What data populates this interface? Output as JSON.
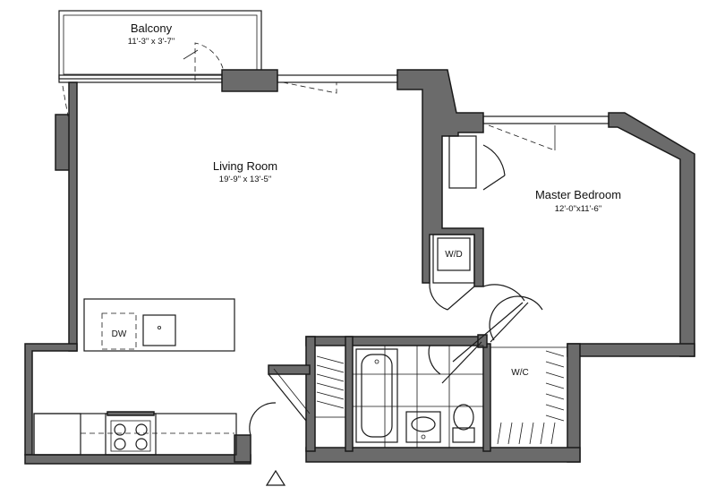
{
  "rooms": {
    "balcony": {
      "name": "Balcony",
      "dims": "11'-3\" x 3'-7\""
    },
    "living_room": {
      "name": "Living Room",
      "dims": "19'-9\" x 13'-5\""
    },
    "master_bedroom": {
      "name": "Master Bedroom",
      "dims": "12'-0\"x11'-6\""
    }
  },
  "fixtures": {
    "washer_dryer": "W/D",
    "walk_in_closet": "W/C",
    "dishwasher": "DW"
  }
}
